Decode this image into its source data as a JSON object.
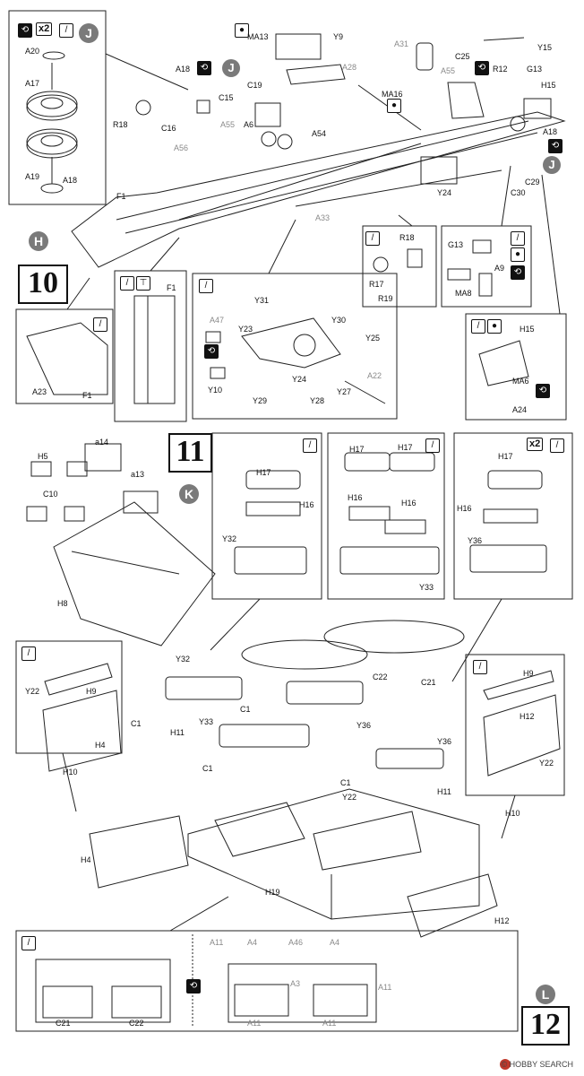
{
  "steps": {
    "s10": "10",
    "s11": "11",
    "s12": "12"
  },
  "subassembly_letters": {
    "H": "H",
    "J1": "J",
    "J2": "J",
    "J3": "J",
    "K": "K",
    "L": "L"
  },
  "icons": {
    "glue": "glue-icon",
    "glue_drop": "liquid-glue-icon",
    "turn": "turn-over-icon",
    "x2": "x2"
  },
  "step10": {
    "inset_wheels": [
      "A20",
      "A17",
      "A19",
      "A18"
    ],
    "top": [
      "MA13",
      "Y9",
      "A28",
      "A31",
      "C25",
      "Y15",
      "R12",
      "G13",
      "A18",
      "H15",
      "R18",
      "C15",
      "C16",
      "A55",
      "C19",
      "A6",
      "A56",
      "A54",
      "MA16",
      "A55",
      "A18",
      "C29",
      "C30",
      "F1",
      "Y24",
      "A33"
    ],
    "inset_r": [
      "R18",
      "R17",
      "R19"
    ],
    "inset_g": [
      "G13",
      "A9",
      "MA8"
    ],
    "inset_f1": [
      "F1"
    ],
    "inset_a23": [
      "A23",
      "F1"
    ],
    "inset_y": [
      "Y31",
      "Y30",
      "A47",
      "Y23",
      "Y25",
      "Y10",
      "Y24",
      "Y29",
      "Y28",
      "Y27",
      "A22"
    ],
    "inset_h15": [
      "H15",
      "MA6",
      "A24"
    ]
  },
  "step11": {
    "left": [
      "a14",
      "H5",
      "C10",
      "a13",
      "H8"
    ],
    "b1": [
      "H17",
      "H16",
      "Y32"
    ],
    "b2": [
      "H17",
      "H17",
      "H16",
      "H16",
      "Y33"
    ],
    "b3": [
      "H17",
      "H16",
      "Y36"
    ]
  },
  "step12": {
    "main": [
      "Y32",
      "C22",
      "C21",
      "C1",
      "C1",
      "Y36",
      "Y33",
      "H11",
      "C1",
      "Y36",
      "H10",
      "C1",
      "Y22",
      "H11",
      "H10",
      "H4",
      "H19",
      "H12"
    ],
    "inset_l": [
      "Y22",
      "H9",
      "H4"
    ],
    "inset_r": [
      "H9",
      "H12",
      "Y22"
    ],
    "bottom_l": [
      "C21",
      "C22"
    ],
    "bottom_r": [
      "A11",
      "A4",
      "A46",
      "A4",
      "A11",
      "A3",
      "A11",
      "A11"
    ]
  },
  "watermark": "© HOBBY SEARCH"
}
